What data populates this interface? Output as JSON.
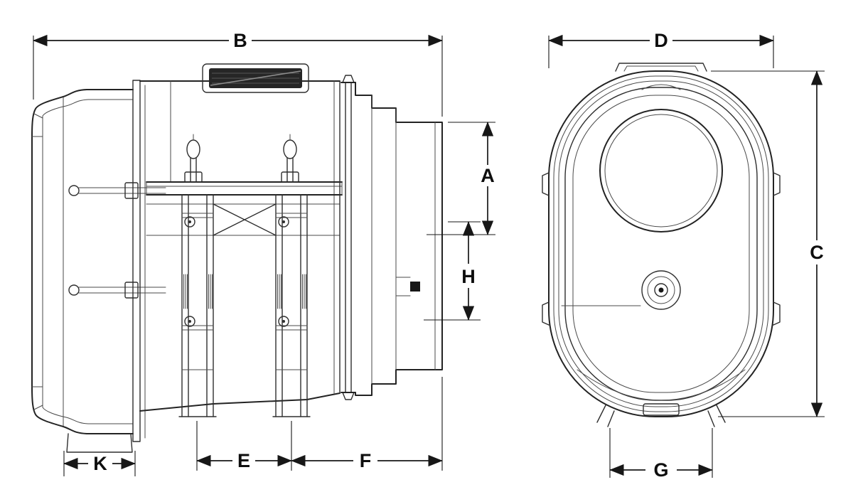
{
  "colors": {
    "line": "#2e2e2e",
    "dimension": "#171717",
    "background": "#ffffff"
  },
  "side_view": {
    "dimensions": {
      "B": "B",
      "A": "A",
      "H": "H",
      "K": "K",
      "E": "E",
      "F": "F"
    }
  },
  "end_view": {
    "dimensions": {
      "D": "D",
      "C": "C",
      "G": "G"
    }
  }
}
